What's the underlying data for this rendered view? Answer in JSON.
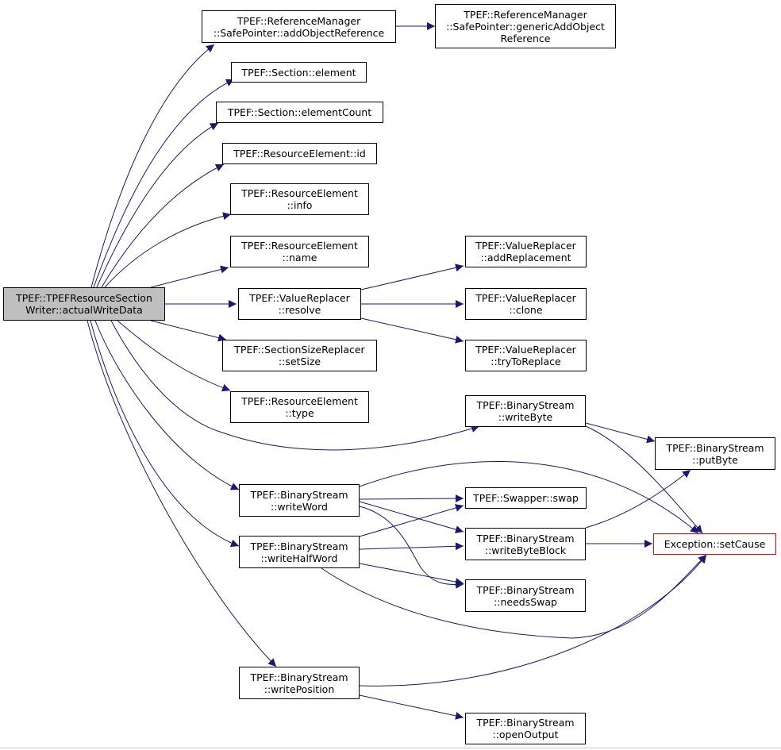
{
  "colors": {
    "edge": "#191970",
    "root_fill": "#bfbfbf",
    "error_border": "#ff0000"
  },
  "nodes": {
    "root": {
      "line1": "TPEF::TPEFResourceSection",
      "line2": "Writer::actualWriteData"
    },
    "addobjectreference": {
      "line1": "TPEF::ReferenceManager",
      "line2": "::SafePointer::addObjectReference"
    },
    "genericaddobjectreference": {
      "line1": "TPEF::ReferenceManager",
      "line2": "::SafePointer::genericAddObject",
      "line3": "Reference"
    },
    "section_element": {
      "line1": "TPEF::Section::element"
    },
    "section_elementcount": {
      "line1": "TPEF::Section::elementCount"
    },
    "resourceelement_id": {
      "line1": "TPEF::ResourceElement::id"
    },
    "resourceelement_info": {
      "line1": "TPEF::ResourceElement",
      "line2": "::info"
    },
    "resourceelement_name": {
      "line1": "TPEF::ResourceElement",
      "line2": "::name"
    },
    "valuereplacer_resolve": {
      "line1": "TPEF::ValueReplacer",
      "line2": "::resolve"
    },
    "valuereplacer_addreplacement": {
      "line1": "TPEF::ValueReplacer",
      "line2": "::addReplacement"
    },
    "valuereplacer_clone": {
      "line1": "TPEF::ValueReplacer",
      "line2": "::clone"
    },
    "valuereplacer_trytoreplace": {
      "line1": "TPEF::ValueReplacer",
      "line2": "::tryToReplace"
    },
    "sectionsizereplacer_setsize": {
      "line1": "TPEF::SectionSizeReplacer",
      "line2": "::setSize"
    },
    "resourceelement_type": {
      "line1": "TPEF::ResourceElement",
      "line2": "::type"
    },
    "binarystream_writebyte": {
      "line1": "TPEF::BinaryStream",
      "line2": "::writeByte"
    },
    "binarystream_putbyte": {
      "line1": "TPEF::BinaryStream",
      "line2": "::putByte"
    },
    "binarystream_writeword": {
      "line1": "TPEF::BinaryStream",
      "line2": "::writeWord"
    },
    "swapper_swap": {
      "line1": "TPEF::Swapper::swap"
    },
    "exception_setcause": {
      "line1": "Exception::setCause"
    },
    "binarystream_writebyteblock": {
      "line1": "TPEF::BinaryStream",
      "line2": "::writeByteBlock"
    },
    "binarystream_writehalfword": {
      "line1": "TPEF::BinaryStream",
      "line2": "::writeHalfWord"
    },
    "binarystream_needsswap": {
      "line1": "TPEF::BinaryStream",
      "line2": "::needsSwap"
    },
    "binarystream_writeposition": {
      "line1": "TPEF::BinaryStream",
      "line2": "::writePosition"
    },
    "binarystream_openoutput": {
      "line1": "TPEF::BinaryStream",
      "line2": "::openOutput"
    }
  },
  "edges": [
    [
      "root",
      "addobjectreference"
    ],
    [
      "root",
      "section_element"
    ],
    [
      "root",
      "section_elementcount"
    ],
    [
      "root",
      "resourceelement_id"
    ],
    [
      "root",
      "resourceelement_info"
    ],
    [
      "root",
      "resourceelement_name"
    ],
    [
      "root",
      "valuereplacer_resolve"
    ],
    [
      "root",
      "sectionsizereplacer_setsize"
    ],
    [
      "root",
      "resourceelement_type"
    ],
    [
      "root",
      "binarystream_writebyte"
    ],
    [
      "root",
      "binarystream_writeword"
    ],
    [
      "root",
      "binarystream_writehalfword"
    ],
    [
      "root",
      "binarystream_writeposition"
    ],
    [
      "addobjectreference",
      "genericaddobjectreference"
    ],
    [
      "valuereplacer_resolve",
      "valuereplacer_addreplacement"
    ],
    [
      "valuereplacer_resolve",
      "valuereplacer_clone"
    ],
    [
      "valuereplacer_resolve",
      "valuereplacer_trytoreplace"
    ],
    [
      "binarystream_writebyte",
      "binarystream_putbyte"
    ],
    [
      "binarystream_writebyte",
      "exception_setcause"
    ],
    [
      "binarystream_writeword",
      "exception_setcause"
    ],
    [
      "binarystream_writeword",
      "swapper_swap"
    ],
    [
      "binarystream_writeword",
      "binarystream_writebyteblock"
    ],
    [
      "binarystream_writeword",
      "binarystream_needsswap"
    ],
    [
      "binarystream_writehalfword",
      "swapper_swap"
    ],
    [
      "binarystream_writehalfword",
      "binarystream_writebyteblock"
    ],
    [
      "binarystream_writehalfword",
      "binarystream_needsswap"
    ],
    [
      "binarystream_writehalfword",
      "exception_setcause"
    ],
    [
      "binarystream_writebyteblock",
      "binarystream_putbyte"
    ],
    [
      "binarystream_writebyteblock",
      "exception_setcause"
    ],
    [
      "binarystream_writeposition",
      "exception_setcause"
    ],
    [
      "binarystream_writeposition",
      "binarystream_openoutput"
    ]
  ]
}
